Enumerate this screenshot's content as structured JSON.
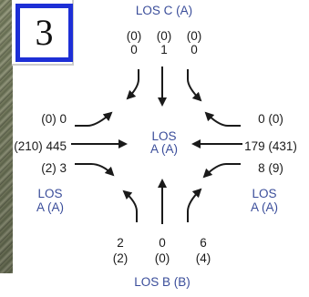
{
  "intersection_id": "3",
  "approaches": {
    "north": {
      "los": "LOS C (A)",
      "volumes_pm": [
        "(0)",
        "(0)",
        "(0)"
      ],
      "volumes_am": [
        "0",
        "1",
        "0"
      ]
    },
    "west": {
      "rows": [
        "(0) 0",
        "(210) 445",
        "(2) 3"
      ],
      "los_line1": "LOS",
      "los_line2": "A (A)"
    },
    "east": {
      "rows": [
        "0 (0)",
        "179 (431)",
        "8 (9)"
      ],
      "los_line1": "LOS",
      "los_line2": "A (A)"
    },
    "south": {
      "volumes_am": [
        "2",
        "0",
        "6"
      ],
      "volumes_pm": [
        "(2)",
        "(0)",
        "(4)"
      ],
      "los": "LOS B (B)"
    }
  },
  "center": {
    "line1": "LOS",
    "line2": "A (A)"
  },
  "colors": {
    "badge_border": "#1d2fd6",
    "los_text": "#3a4d9a",
    "arrow": "#1a1a1a"
  }
}
